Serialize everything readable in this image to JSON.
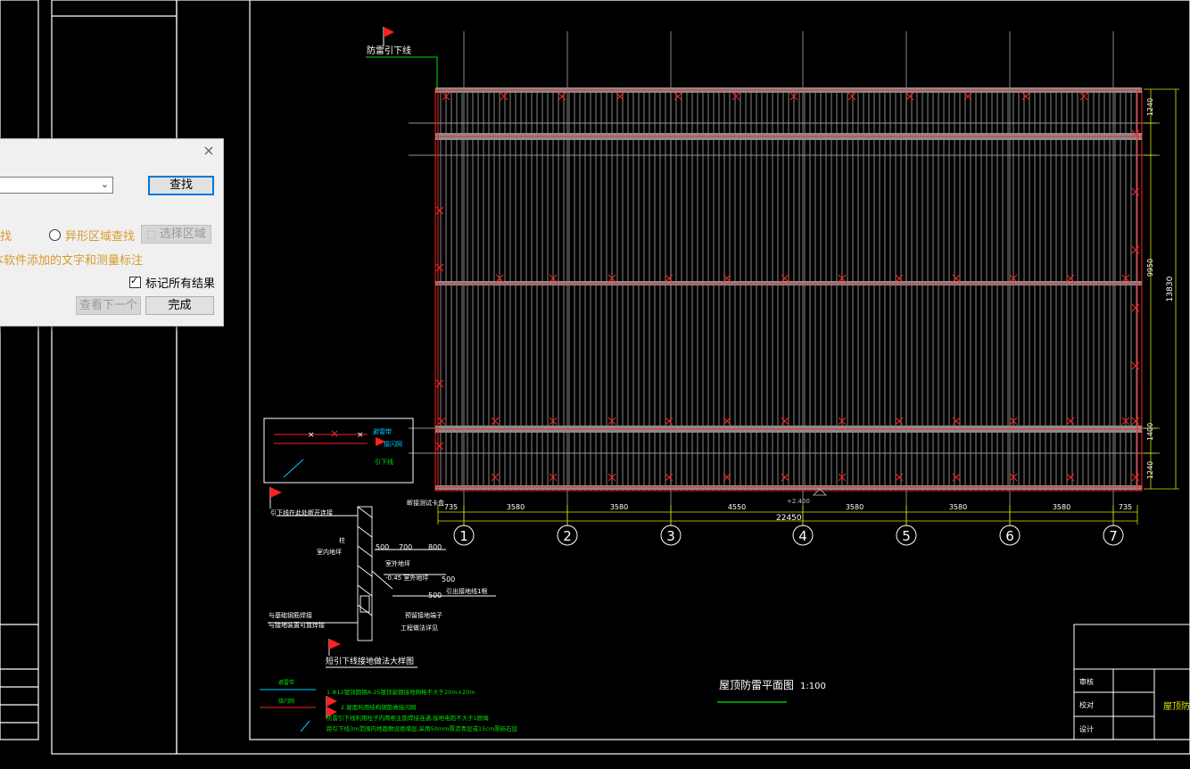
{
  "drawing": {
    "title": "屋顶防雷平面图",
    "scale": "1:100",
    "flag_label": "防雷引下线",
    "dims_bottom": [
      "735",
      "3580",
      "3580",
      "4550",
      "3580",
      "3580",
      "3580",
      "735"
    ],
    "dim_total": "22450",
    "axis_labels": [
      "1",
      "2",
      "3",
      "4",
      "5",
      "6",
      "7"
    ],
    "dims_right": [
      "1240",
      "9950",
      "1400",
      "1240"
    ],
    "dim_right_total": "13830",
    "elevation": "+2.400",
    "detail_title": "短引下线接地做法大样图",
    "detail_labels": {
      "top_label": "引下线在此处断开连接",
      "measure": "断接测试卡盒",
      "floor_label": "室内地坪",
      "side_label": "柱",
      "dim_500": "500",
      "dim_700": "700",
      "dim_800": "800",
      "dim_500b": "500",
      "dim_500c": "500",
      "outdoor": "室外地坪",
      "slope": "-0.45 室外地坪",
      "cable": "引出接地线1根",
      "note_a": "与基础钢筋焊接",
      "note_b": "与接地装置可靠焊接",
      "note_c": "预留接地端子",
      "note_d": "工程做法详见"
    },
    "legend_small": {
      "line1": "避雷带",
      "line2": "接闪网",
      "label": "引下线"
    },
    "notes": {
      "l1": "避雷带",
      "l2": "接闪网",
      "n1": "1.Φ12镀锌圆钢A-25镀锌扁钢接地网格不大于20m×20m",
      "n2": "2.屋面利用结构钢筋做接闪网",
      "n3": "防雷引下线利用柱子内两根主筋焊接连通,接地电阻不大于1欧姆",
      "n4": "距引下线3m范围内地面敷设绝缘层,采用50mm厚沥青层或15cm厚砾石层"
    },
    "title_block": {
      "r1": "审核",
      "r2": "校对",
      "r3": "设计",
      "proj": "屋顶防雷"
    }
  },
  "dialog": {
    "find_label": "查找",
    "region_find": "区域查找",
    "irregular_find": "异形区域查找",
    "select_region": "选择区域",
    "software_text": "本软件添加的文字和测量标注",
    "mark_all": "标记所有结果",
    "next": "查看下一个",
    "done": "完成",
    "close": "×"
  },
  "colors": {
    "bg": "#000000",
    "frame": "#ffffff",
    "red": "#ff2020",
    "green": "#00e000",
    "yellow": "#e0e000",
    "grey_band": "#808080",
    "dialog_bg": "#f0f0f0",
    "accent": "#0078d7",
    "option_text": "#d89a2b"
  }
}
